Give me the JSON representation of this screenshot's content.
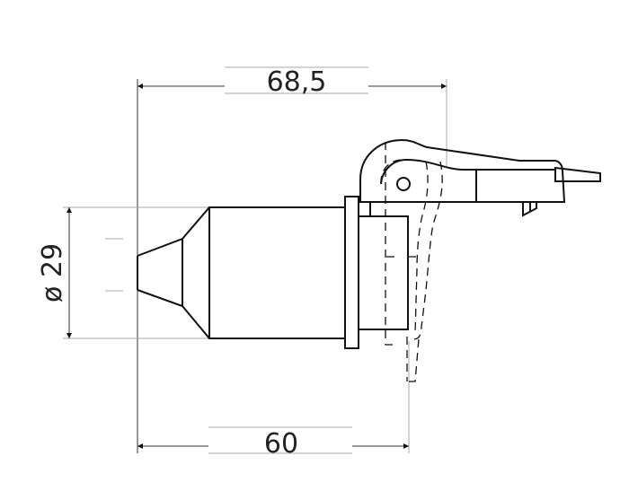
{
  "dimensions": {
    "overall_length": "68,5",
    "body_length": "60",
    "diameter": "ø 29"
  }
}
